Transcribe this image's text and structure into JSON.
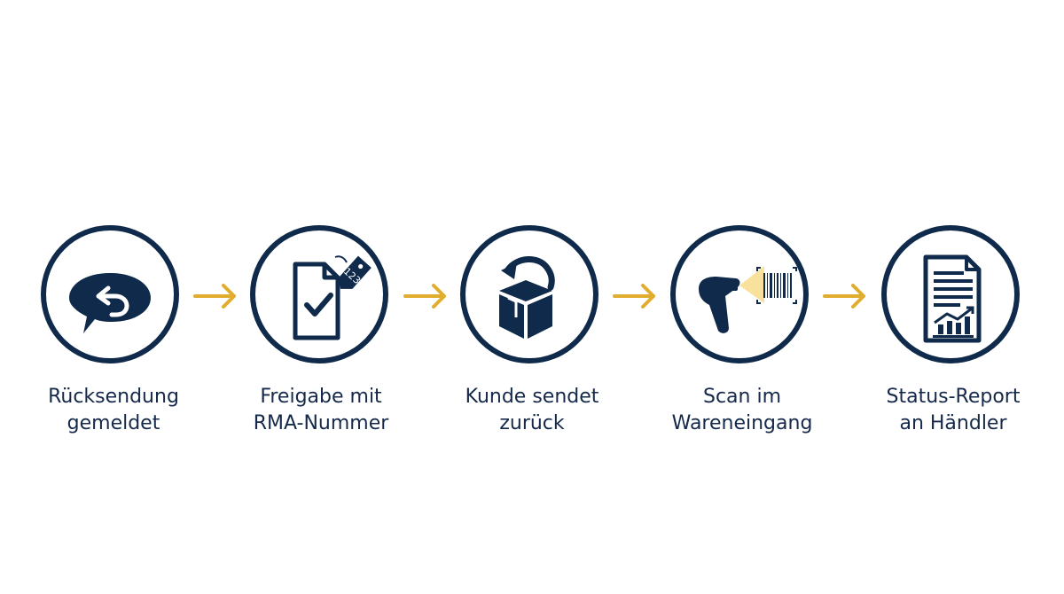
{
  "colors": {
    "navy": "#0f2a4a",
    "arrow": "#e0ad2f",
    "beam": "#f3c84a",
    "background": "#ffffff"
  },
  "steps": [
    {
      "icon": "speech-bubble-return-icon",
      "label_line1": "Rücksendung",
      "label_line2": "gemeldet"
    },
    {
      "icon": "document-check-tag-icon",
      "label_line1": "Freigabe mit",
      "label_line2": "RMA-Nummer",
      "tag_text": "123"
    },
    {
      "icon": "box-return-arrow-icon",
      "label_line1": "Kunde sendet",
      "label_line2": "zurück"
    },
    {
      "icon": "barcode-scanner-icon",
      "label_line1": "Scan im",
      "label_line2": "Wareneingang"
    },
    {
      "icon": "report-chart-icon",
      "label_line1": "Status-Report",
      "label_line2": "an Händler"
    }
  ],
  "connectors": [
    "arrow-right-icon",
    "arrow-right-icon",
    "arrow-right-icon",
    "arrow-right-icon"
  ]
}
